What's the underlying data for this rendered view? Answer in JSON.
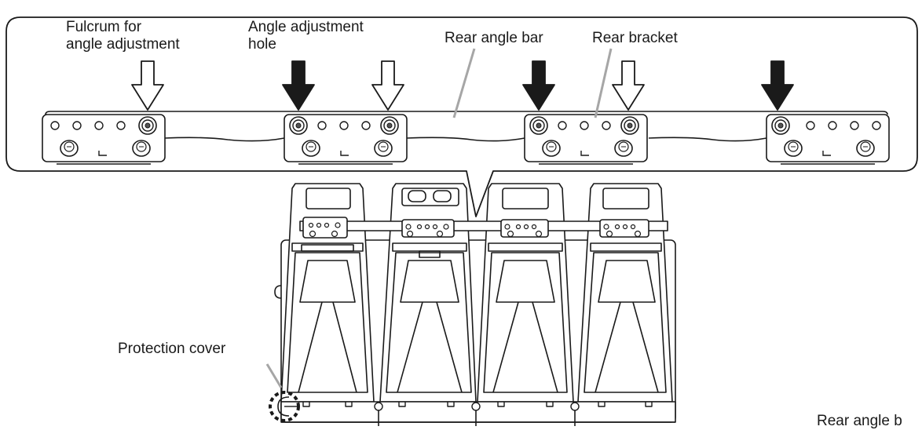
{
  "callouts": {
    "fulcrum": "Fulcrum for\nangle adjustment",
    "hole": "Angle adjustment\nhole",
    "rear_angle_bar": "Rear angle bar",
    "rear_bracket": "Rear bracket",
    "protection_cover": "Protection cover",
    "rear_angle_bar_cut": "Rear angle b"
  },
  "colors": {
    "line": "#1a1a1a",
    "leader": "#a6a6a6",
    "fill": "#ffffff",
    "arrow_filled": "#1a1a1a"
  }
}
